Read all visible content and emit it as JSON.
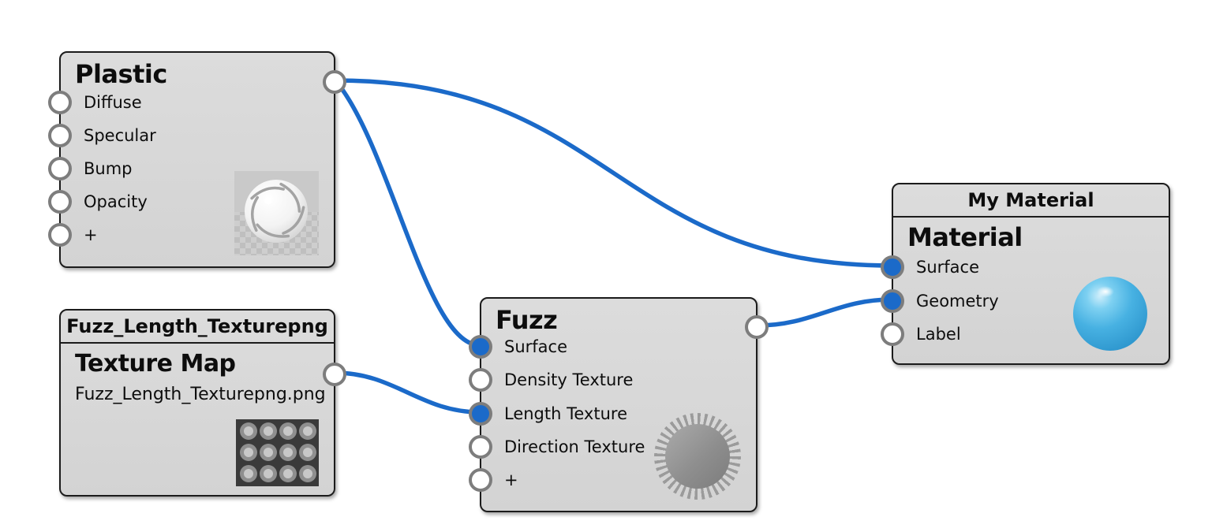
{
  "app": {
    "type": "material-node-graph-editor"
  },
  "colors": {
    "node_fill": "#d8d8d8",
    "node_border": "#1b1b1b",
    "wire_blue": "#1b6ac9",
    "port_connected_fill": "#1b6ac9",
    "port_empty_fill": "#ffffff",
    "port_ring": "#7d7d7d"
  },
  "nodes": {
    "plastic": {
      "title": "Plastic",
      "inputs": [
        {
          "label": "Diffuse",
          "connected": false
        },
        {
          "label": "Specular",
          "connected": false
        },
        {
          "label": "Bump",
          "connected": false
        },
        {
          "label": "Opacity",
          "connected": false
        },
        {
          "label": "+",
          "connected": false
        }
      ],
      "output": {
        "connected": true
      },
      "preview": "white-plastic-sphere-on-checkerboard"
    },
    "texture_map": {
      "header": "Fuzz_Length_Texturepng",
      "title": "Texture Map",
      "filename": "Fuzz_Length_Texturepng.png",
      "output": {
        "connected": true
      },
      "preview": "dark-dot-grid-texture"
    },
    "fuzz": {
      "title": "Fuzz",
      "inputs": [
        {
          "label": "Surface",
          "connected": true
        },
        {
          "label": "Density Texture",
          "connected": false
        },
        {
          "label": "Length Texture",
          "connected": true
        },
        {
          "label": "Direction Texture",
          "connected": false
        },
        {
          "label": "+",
          "connected": false
        }
      ],
      "output": {
        "connected": true
      },
      "preview": "gray-fuzz-starburst"
    },
    "my_material": {
      "header": "My Material",
      "title": "Material",
      "inputs": [
        {
          "label": "Surface",
          "connected": true
        },
        {
          "label": "Geometry",
          "connected": true
        },
        {
          "label": "Label",
          "connected": false
        }
      ],
      "preview": "blue-glossy-sphere"
    }
  },
  "connections": [
    {
      "from": "Plastic.output",
      "to": "My Material.Surface"
    },
    {
      "from": "Plastic.output",
      "to": "Fuzz.Surface"
    },
    {
      "from": "Fuzz_Length_Texturepng.output",
      "to": "Fuzz.Length Texture"
    },
    {
      "from": "Fuzz.output",
      "to": "My Material.Geometry"
    }
  ]
}
